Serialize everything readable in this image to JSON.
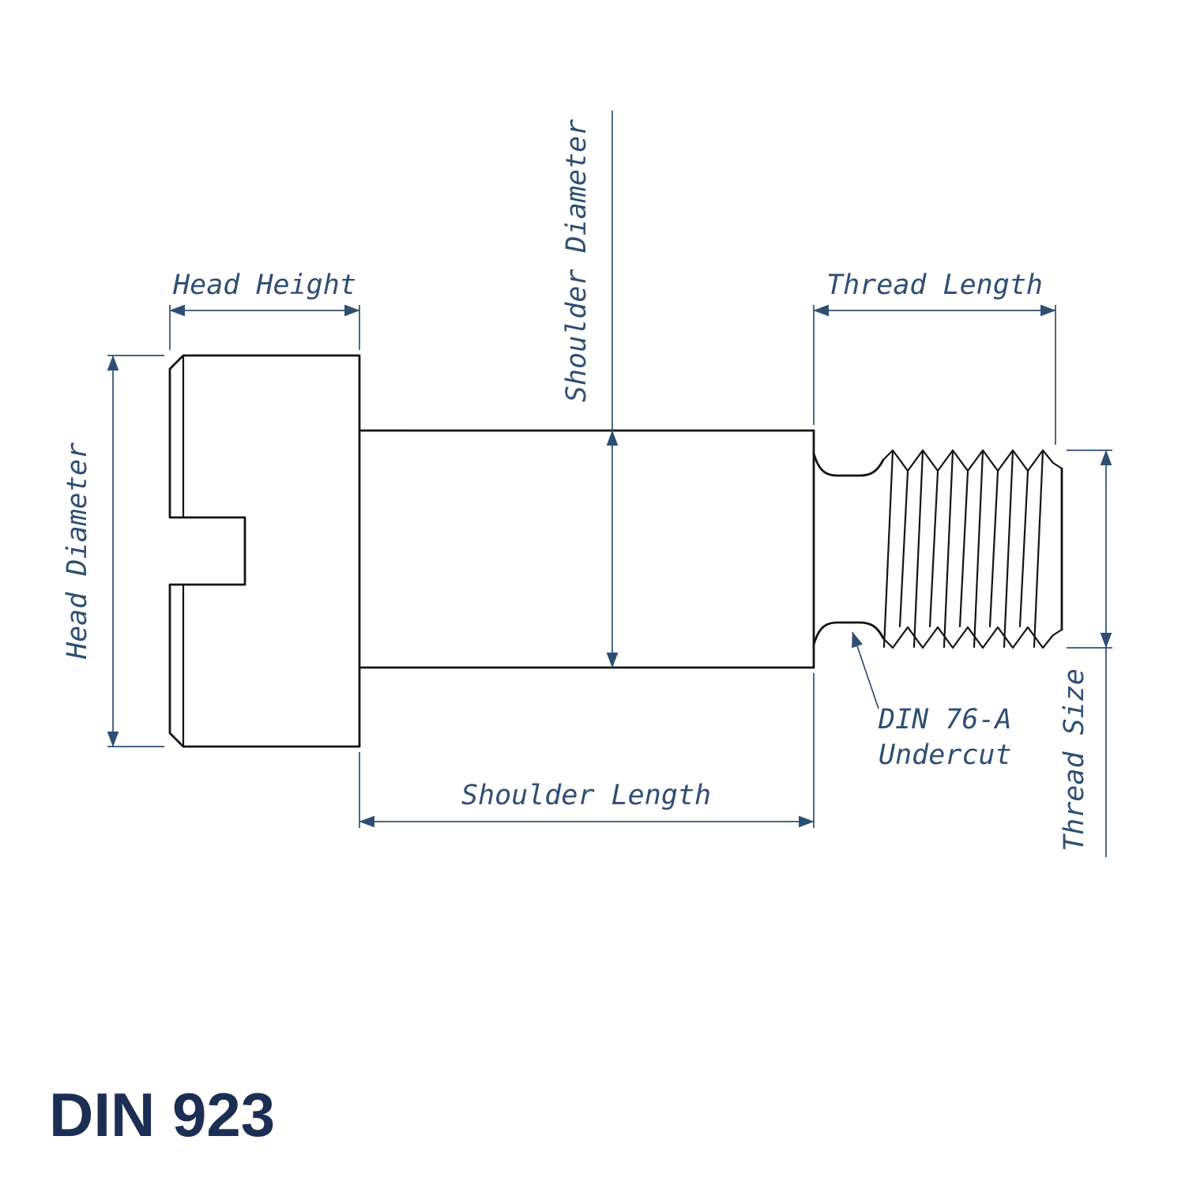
{
  "title": "DIN 923",
  "dimensions": {
    "head_height": "Head Height",
    "head_diameter": "Head Diameter",
    "shoulder_diameter": "Shoulder Diameter",
    "thread_length": "Thread Length",
    "shoulder_length": "Shoulder Length",
    "thread_size": "Thread Size"
  },
  "annotations": {
    "undercut_line1": "DIN 76-A",
    "undercut_line2": "Undercut"
  },
  "colors": {
    "background": "#ffffff",
    "drawing_line": "#141414",
    "dimension": "#2f4f72",
    "title_text": "#1d2e55"
  }
}
